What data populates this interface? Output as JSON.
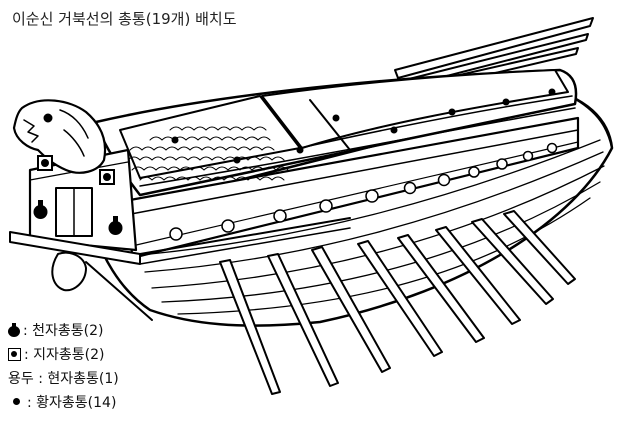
{
  "title": "이순신 거북선의 총통(19개) 배치도",
  "legend": {
    "items": [
      {
        "symbol": "cannon-icon",
        "text": ": 천자총통(2)"
      },
      {
        "symbol": "boxed-cannon-icon",
        "text": ": 지자총통(2)"
      },
      {
        "symbol": "none",
        "text": "용두 : 현자총통(1)"
      },
      {
        "symbol": "dot-icon",
        "text": ": 황자총통(14)"
      }
    ]
  },
  "colors": {
    "ink": "#000000",
    "paper": "#ffffff"
  }
}
